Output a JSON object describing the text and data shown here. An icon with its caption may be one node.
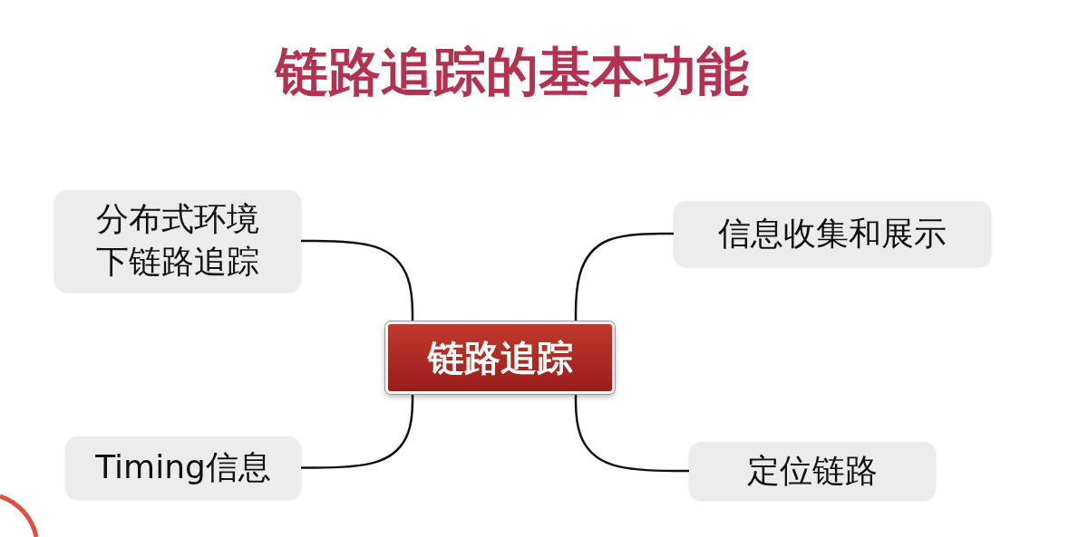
{
  "diagram": {
    "title": "链路追踪的基本功能",
    "nodes": [
      {
        "text": [
          "分布式环境下链路追踪"
        ]
      },
      {
        "text": [
          "信息收集和展示"
        ]
      },
      {
        "text": [
          "链路追踪"
        ]
      },
      {
        "text": [
          "Timing信息"
        ]
      },
      {
        "text": [
          "定位链路"
        ]
      }
    ],
    "edges": [
      {
        "from": 2,
        "to": 0,
        "arrow": "none"
      },
      {
        "from": 2,
        "to": 1,
        "arrow": "none"
      },
      {
        "from": 2,
        "to": 3,
        "arrow": "none"
      },
      {
        "from": 2,
        "to": 4,
        "arrow": "none"
      }
    ]
  }
}
